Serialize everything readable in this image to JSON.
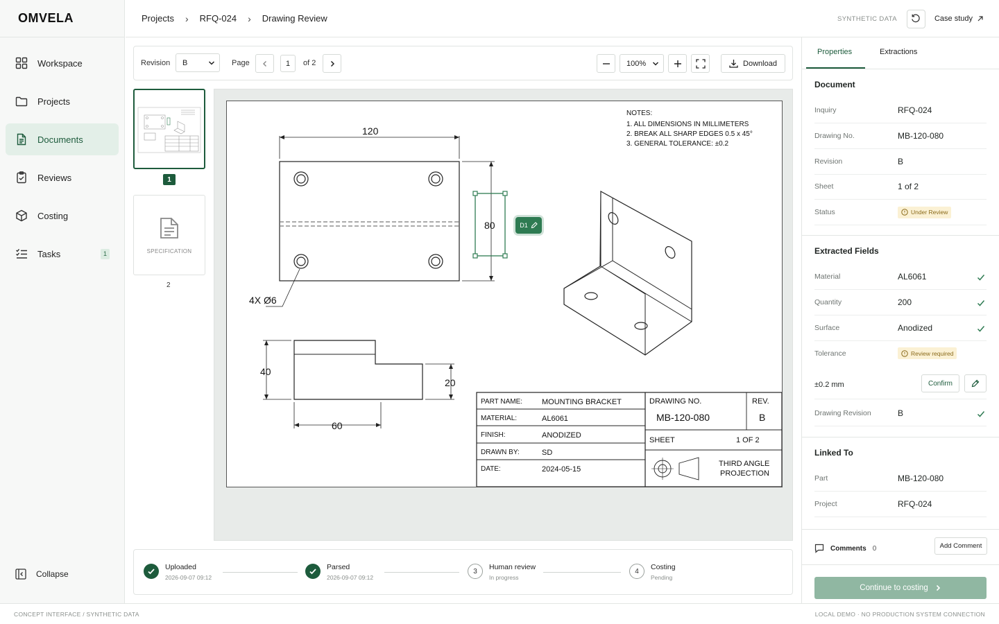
{
  "brand": {
    "logo": "OMVELA"
  },
  "sidebar": {
    "items": [
      {
        "label": "Workspace",
        "icon": "grid-icon"
      },
      {
        "label": "Projects",
        "icon": "folder-icon"
      },
      {
        "label": "Documents",
        "icon": "document-icon",
        "active": true
      },
      {
        "label": "Reviews",
        "icon": "clipboard-check-icon"
      },
      {
        "label": "Costing",
        "icon": "box-icon"
      },
      {
        "label": "Tasks",
        "icon": "list-check-icon",
        "badge": "1"
      }
    ],
    "collapse_label": "Collapse"
  },
  "header": {
    "breadcrumb": [
      "Projects",
      "RFQ-024",
      "Drawing Review"
    ],
    "synthetic_label": "SYNTHETIC DATA",
    "case_study_label": "Case study"
  },
  "toolbar": {
    "revision_label": "Revision",
    "revision_value": "B",
    "page_label": "Page",
    "page_value": "1",
    "page_of": "of 2",
    "zoom_value": "100%",
    "download_label": "Download"
  },
  "thumbnails": [
    {
      "number": "1",
      "active": true
    },
    {
      "number": "2",
      "caption": "SPECIFICATION"
    }
  ],
  "drawing": {
    "notes_title": "NOTES:",
    "notes": [
      "1.  ALL DIMENSIONS IN MILLIMETERS",
      "2.  BREAK ALL SHARP EDGES 0.5 x 45°",
      "3.  GENERAL TOLERANCE: ±0.2"
    ],
    "dims": {
      "width": "120",
      "height": "80",
      "holes": "4X Ø6",
      "side_h": "40",
      "side_w": "60",
      "step_h": "20"
    },
    "dim_tag": "D1",
    "title_block": {
      "part_name_label": "PART NAME:",
      "part_name": "MOUNTING BRACKET",
      "material_label": "MATERIAL:",
      "material": "AL6061",
      "finish_label": "FINISH:",
      "finish": "ANODIZED",
      "drawn_by_label": "DRAWN BY:",
      "drawn_by": "SD",
      "date_label": "DATE:",
      "date": "2024-05-15",
      "drawing_no_label": "DRAWING NO.",
      "drawing_no": "MB-120-080",
      "rev_label": "REV.",
      "rev": "B",
      "sheet_label": "SHEET",
      "sheet": "1 OF 2",
      "projection_line1": "THIRD ANGLE",
      "projection_line2": "PROJECTION"
    }
  },
  "timeline": [
    {
      "title": "Uploaded",
      "sub": "2026-09-07 09:12",
      "state": "done"
    },
    {
      "title": "Parsed",
      "sub": "2026-09-07 09:12",
      "state": "done"
    },
    {
      "number": "3",
      "title": "Human review",
      "sub": "In progress",
      "state": "current"
    },
    {
      "number": "4",
      "title": "Costing",
      "sub": "Pending",
      "state": "pending"
    }
  ],
  "panel": {
    "tabs": [
      "Properties",
      "Extractions"
    ],
    "document": {
      "title": "Document",
      "rows": [
        {
          "label": "Inquiry",
          "value": "RFQ-024"
        },
        {
          "label": "Drawing No.",
          "value": "MB-120-080"
        },
        {
          "label": "Revision",
          "value": "B"
        },
        {
          "label": "Sheet",
          "value": "1 of 2"
        },
        {
          "label": "Status",
          "badge": "Under Review"
        }
      ]
    },
    "extracted": {
      "title": "Extracted Fields",
      "rows": [
        {
          "label": "Material",
          "value": "AL6061",
          "verified": true
        },
        {
          "label": "Quantity",
          "value": "200",
          "verified": true
        },
        {
          "label": "Surface",
          "value": "Anodized",
          "verified": true
        },
        {
          "label": "Tolerance",
          "badge": "Review required"
        },
        {
          "label": "±0.2 mm"
        },
        {
          "label": "Drawing Revision",
          "value": "B",
          "verified": true
        }
      ],
      "confirm_label": "Confirm"
    },
    "linked": {
      "title": "Linked To",
      "rows": [
        {
          "label": "Part",
          "value": "MB-120-080"
        },
        {
          "label": "Project",
          "value": "RFQ-024"
        }
      ]
    },
    "comments_label": "Comments",
    "comments_count": "0",
    "add_comment_label": "Add Comment",
    "continue_label": "Continue to costing"
  },
  "footer": {
    "left": "CONCEPT INTERFACE / SYNTHETIC DATA",
    "right": "LOCAL DEMO · NO PRODUCTION SYSTEM CONNECTION"
  }
}
